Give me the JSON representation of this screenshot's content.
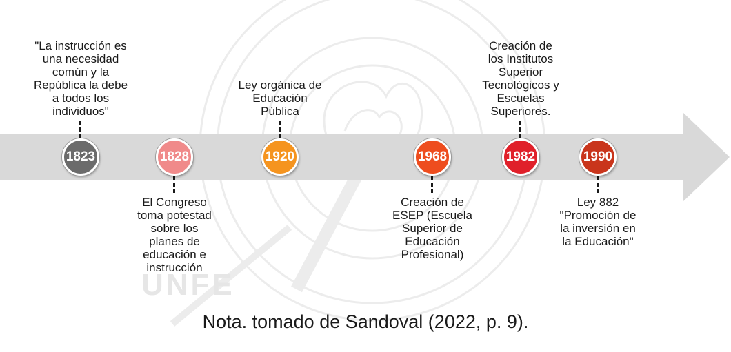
{
  "timeline": {
    "arrow_color": "#d9d9d9",
    "events": [
      {
        "year": "1823",
        "color": "#6b6b6b",
        "position": "above",
        "text": "\"La instrucción es\nuna necesidad\ncomún y la\nRepública la debe\na todos los\nindividuos\""
      },
      {
        "year": "1828",
        "color": "#f08a8a",
        "position": "below",
        "text": "El Congreso\ntoma potestad\nsobre los\nplanes de\neducación e\ninstrucción"
      },
      {
        "year": "1920",
        "color": "#f5941f",
        "position": "above",
        "text": "Ley orgánica de\nEducación\nPública"
      },
      {
        "year": "1968",
        "color": "#ee4d1e",
        "position": "below",
        "text": "Creación de\nESEP (Escuela\nSuperior de\nEducación\nProfesional)"
      },
      {
        "year": "1982",
        "color": "#e0202a",
        "position": "above",
        "text": "Creación de\nlos Institutos\nSuperior\nTecnológicos y\nEscuelas\nSuperiores."
      },
      {
        "year": "1990",
        "color": "#c9351c",
        "position": "below",
        "text": "Ley 882\n\"Promoción de\nla inversión en\nla Educación\""
      }
    ]
  },
  "watermark": {
    "text": "UNFE"
  },
  "caption": "Nota. tomado de Sandoval (2022, p. 9)."
}
